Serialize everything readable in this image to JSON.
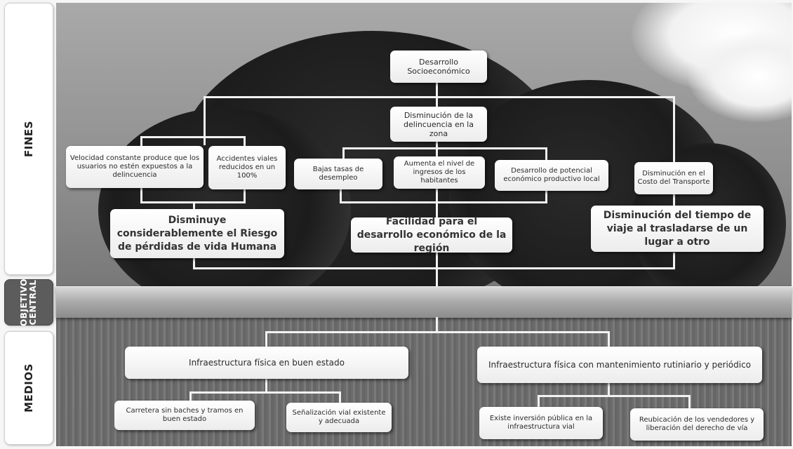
{
  "side_labels": {
    "fines": "FINES",
    "objetivo_central": "OBJETIVO CENTRAL",
    "medios": "MEDIOS"
  },
  "fines": {
    "top": "Desarrollo Socioeconómico",
    "second": "Disminución de la delincuencia en la zona",
    "left_group": [
      "Velocidad constante produce que los usuarios no estén expuestos a la delincuencia",
      "Accidentes viales reducidos en un 100%"
    ],
    "middle_group": [
      "Bajas tasas de desempleo",
      "Aumenta el nivel de ingresos de los habitantes",
      "Desarrollo de potencial económico productivo local"
    ],
    "right_item": "Disminución en el Costo del Transporte",
    "large": [
      "Disminuye considerablemente el Riesgo de pérdidas de vida Humana",
      "Facilidad para el desarrollo económico de la región",
      "Disminución del tiempo de viaje al trasladarse de un lugar a otro"
    ]
  },
  "medios": {
    "left": {
      "title": "Infraestructura física en buen estado",
      "children": [
        "Carretera sin baches y tramos en buen estado",
        "Señalización vial existente y adecuada"
      ]
    },
    "right": {
      "title": "Infraestructura física con mantenimiento rutiniario y periódico",
      "children": [
        "Existe inversión pública en la infraestructura vial",
        "Reubicación de los vendedores y liberación del derecho de vía"
      ]
    }
  }
}
